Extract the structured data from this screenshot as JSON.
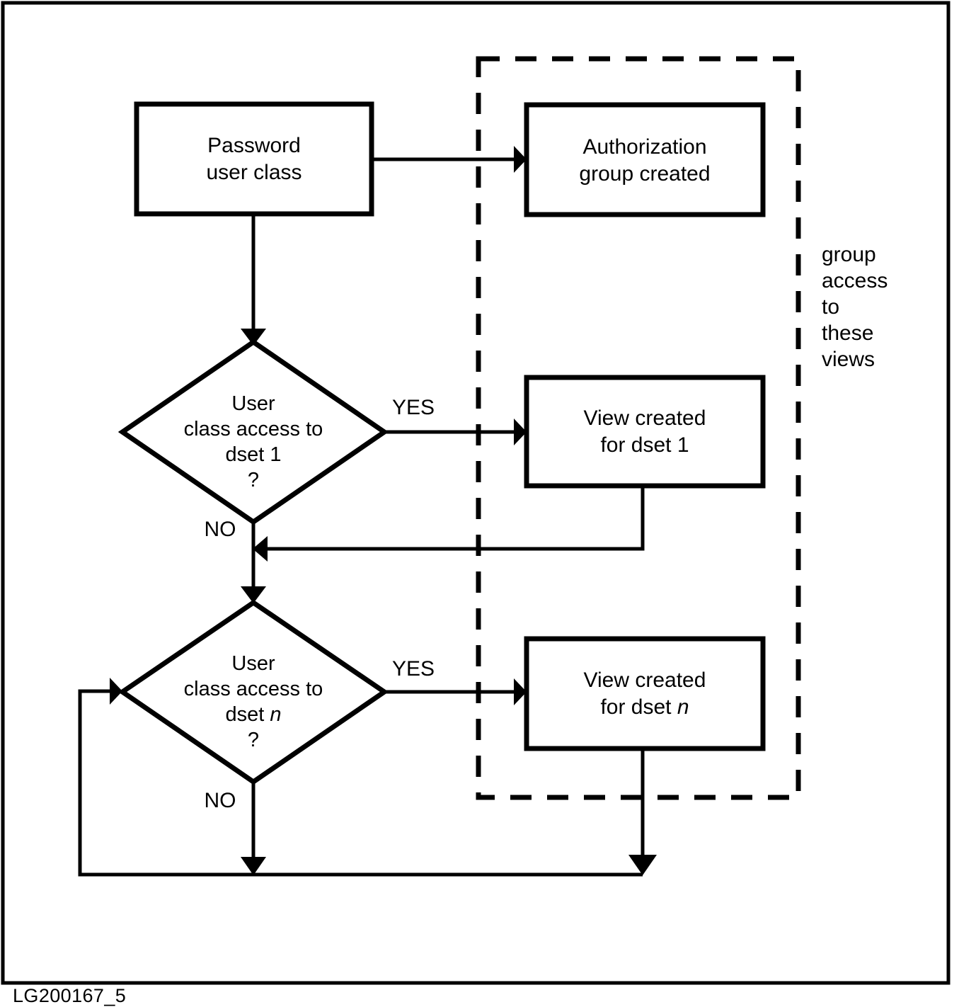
{
  "figure": {
    "caption": "LG200167_5",
    "group_note_lines": [
      "group",
      "access",
      "to",
      "these",
      "views"
    ]
  },
  "nodes": {
    "password_user_class": {
      "type": "process",
      "lines": [
        "Password",
        "user class"
      ]
    },
    "authorization_group_created": {
      "type": "process",
      "lines": [
        "Authorization",
        "group created"
      ]
    },
    "decision_dset_1": {
      "type": "decision",
      "lines": [
        "User",
        "class access to",
        "dset 1",
        "?"
      ],
      "line3_prefix": "dset ",
      "line3_italic": "1"
    },
    "view_created_dset_1": {
      "type": "process",
      "lines": [
        "View created",
        "for dset 1"
      ],
      "line2_prefix": "for dset ",
      "line2_italic": "1"
    },
    "decision_dset_n": {
      "type": "decision",
      "lines": [
        "User",
        "class access to",
        "dset n",
        "?"
      ],
      "line3_prefix": "dset ",
      "line3_italic": "n"
    },
    "view_created_dset_n": {
      "type": "process",
      "lines": [
        "View created",
        "for dset n"
      ],
      "line2_prefix": "for dset ",
      "line2_italic": "n"
    }
  },
  "edge_labels": {
    "yes_1": "YES",
    "no_1": "NO",
    "yes_n": "YES",
    "no_n": "NO"
  },
  "colors": {
    "stroke": "#000000",
    "fill": "#ffffff",
    "background": "#ffffff"
  }
}
